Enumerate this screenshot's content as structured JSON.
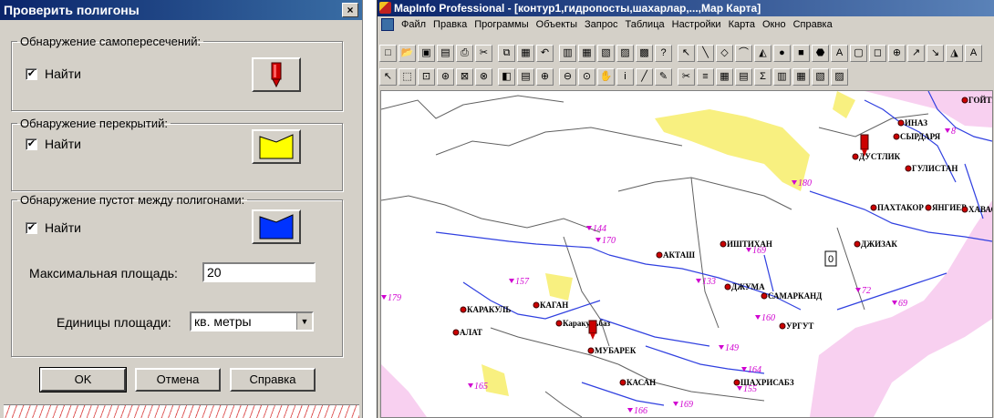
{
  "dialog": {
    "title": "Проверить полигоны",
    "close_label": "×",
    "groups": {
      "self_intersections": {
        "legend": "Обнаружение самопересечений:",
        "find_label": "Найти",
        "checked_mark": "✔"
      },
      "overlaps": {
        "legend": "Обнаружение перекрытий:",
        "find_label": "Найти",
        "checked_mark": "✔"
      },
      "gaps": {
        "legend": "Обнаружение пустот между полигонами:",
        "find_label": "Найти",
        "checked_mark": "✔",
        "max_area_label": "Максимальная площадь:",
        "max_area_value": "20",
        "units_label": "Единицы площади:",
        "units_value": "кв. метры"
      }
    },
    "buttons": {
      "ok": "OK",
      "cancel": "Отмена",
      "help": "Справка"
    },
    "colors": {
      "pin": "#cc0000",
      "overlap_fill": "#ffff00",
      "gap_fill": "#0033ff"
    }
  },
  "mapinfo": {
    "title": "MapInfo Professional - [контур1,гидропосты,шахарлар,...,Map Карта]",
    "menu": [
      "Файл",
      "Правка",
      "Программы",
      "Объекты",
      "Запрос",
      "Таблица",
      "Настройки",
      "Карта",
      "Окно",
      "Справка"
    ],
    "toolbar1": [
      "□",
      "📂",
      "▣",
      "▤",
      "⎙",
      "✂",
      "⧉",
      "▦",
      "↶",
      "▥",
      "▦",
      "▧",
      "▨",
      "▩",
      "?",
      "↖",
      "╲",
      "◇",
      "⌒",
      "◭",
      "●",
      "■",
      "⬣",
      "A",
      "▢",
      "◻",
      "⊕",
      "↗",
      "↘",
      "◮",
      "A"
    ],
    "toolbar2": [
      "↖",
      "⬚",
      "⊡",
      "⊛",
      "⊠",
      "⊗",
      "◧",
      "▤",
      "⊕",
      "⊖",
      "⊙",
      "✋",
      "i",
      "╱",
      "✎",
      "✂",
      "≡",
      "▦",
      "▤",
      "Σ",
      "▥",
      "▦",
      "▧",
      "▨"
    ],
    "map": {
      "cities": [
        {
          "name": "ГОЙТЕП"
        },
        {
          "name": "ИНАЗ"
        },
        {
          "name": "СЫРДАРЯ"
        },
        {
          "name": "ДУСТЛИК"
        },
        {
          "name": "ГУЛИСТАН"
        },
        {
          "name": "ПАХТАКОР"
        },
        {
          "name": "ЯНГИЕР"
        },
        {
          "name": "ХАВАСТ"
        },
        {
          "name": "ДЖИЗАК"
        },
        {
          "name": "ИШТИХАН"
        },
        {
          "name": "АКТАШ"
        },
        {
          "name": "ДЖУМА"
        },
        {
          "name": "САМАРКАНД"
        },
        {
          "name": "КАРАКУЛЬ"
        },
        {
          "name": "КАГАН"
        },
        {
          "name": "АЛАТ"
        },
        {
          "name": "Каракульбаз"
        },
        {
          "name": "УРГУТ"
        },
        {
          "name": "МУБАРЕК"
        },
        {
          "name": "КАСАН"
        },
        {
          "name": "ШАХРИСАБЗ"
        }
      ],
      "gauges": [
        "8",
        "180",
        "170",
        "144",
        "169",
        "157",
        "133",
        "179",
        "72",
        "69",
        "160",
        "149",
        "164",
        "165",
        "155",
        "166",
        "169"
      ],
      "box_label": "0",
      "colors": {
        "river": "#3040e0",
        "border": "#606060",
        "sand": "#f8f080",
        "pink_zone": "#f8d0f0",
        "city": "#cc0000",
        "gauge": "#d000d0"
      }
    }
  }
}
